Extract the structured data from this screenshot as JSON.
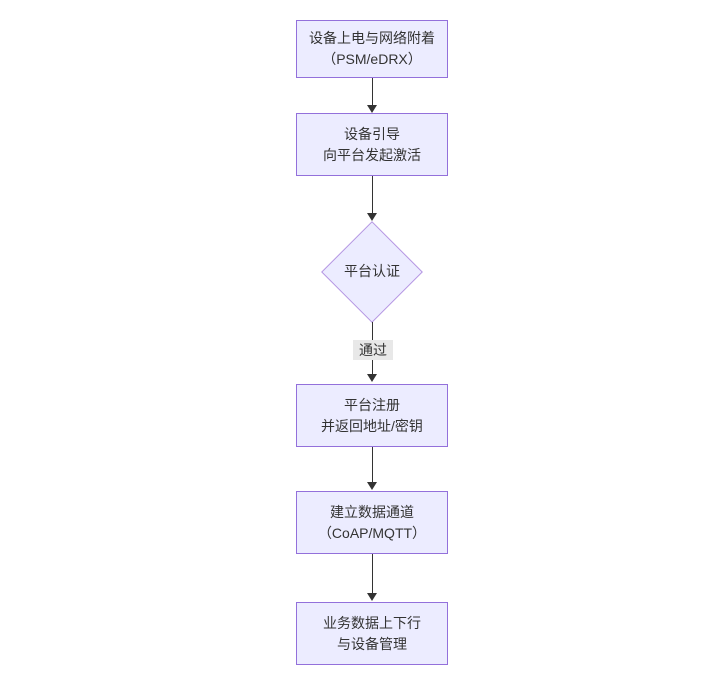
{
  "diagram": {
    "type": "flowchart-vertical",
    "colors": {
      "node_fill": "#ECECFF",
      "node_border": "#9370DB",
      "diamond_border": "#B596E2",
      "text": "#333333",
      "arrow": "#333333",
      "edge_label_bg": "#e8e8e8"
    },
    "nodes": [
      {
        "id": "power-attach",
        "type": "rect",
        "lines": [
          "设备上电与网络附着",
          "（PSM/eDRX）"
        ]
      },
      {
        "id": "bootstrap",
        "type": "rect",
        "lines": [
          "设备引导",
          "向平台发起激活"
        ]
      },
      {
        "id": "auth",
        "type": "diamond",
        "lines": [
          "平台认证"
        ]
      },
      {
        "id": "register",
        "type": "rect",
        "lines": [
          "平台注册",
          "并返回地址/密钥"
        ]
      },
      {
        "id": "data-channel",
        "type": "rect",
        "lines": [
          "建立数据通道",
          "（CoAP/MQTT）"
        ]
      },
      {
        "id": "business-data",
        "type": "rect",
        "lines": [
          "业务数据上下行",
          "与设备管理"
        ]
      }
    ],
    "edges": [
      {
        "from": "power-attach",
        "to": "bootstrap",
        "label": ""
      },
      {
        "from": "bootstrap",
        "to": "auth",
        "label": ""
      },
      {
        "from": "auth",
        "to": "register",
        "label": "通过"
      },
      {
        "from": "register",
        "to": "data-channel",
        "label": ""
      },
      {
        "from": "data-channel",
        "to": "business-data",
        "label": ""
      }
    ],
    "edge_label_pass": "通过"
  }
}
